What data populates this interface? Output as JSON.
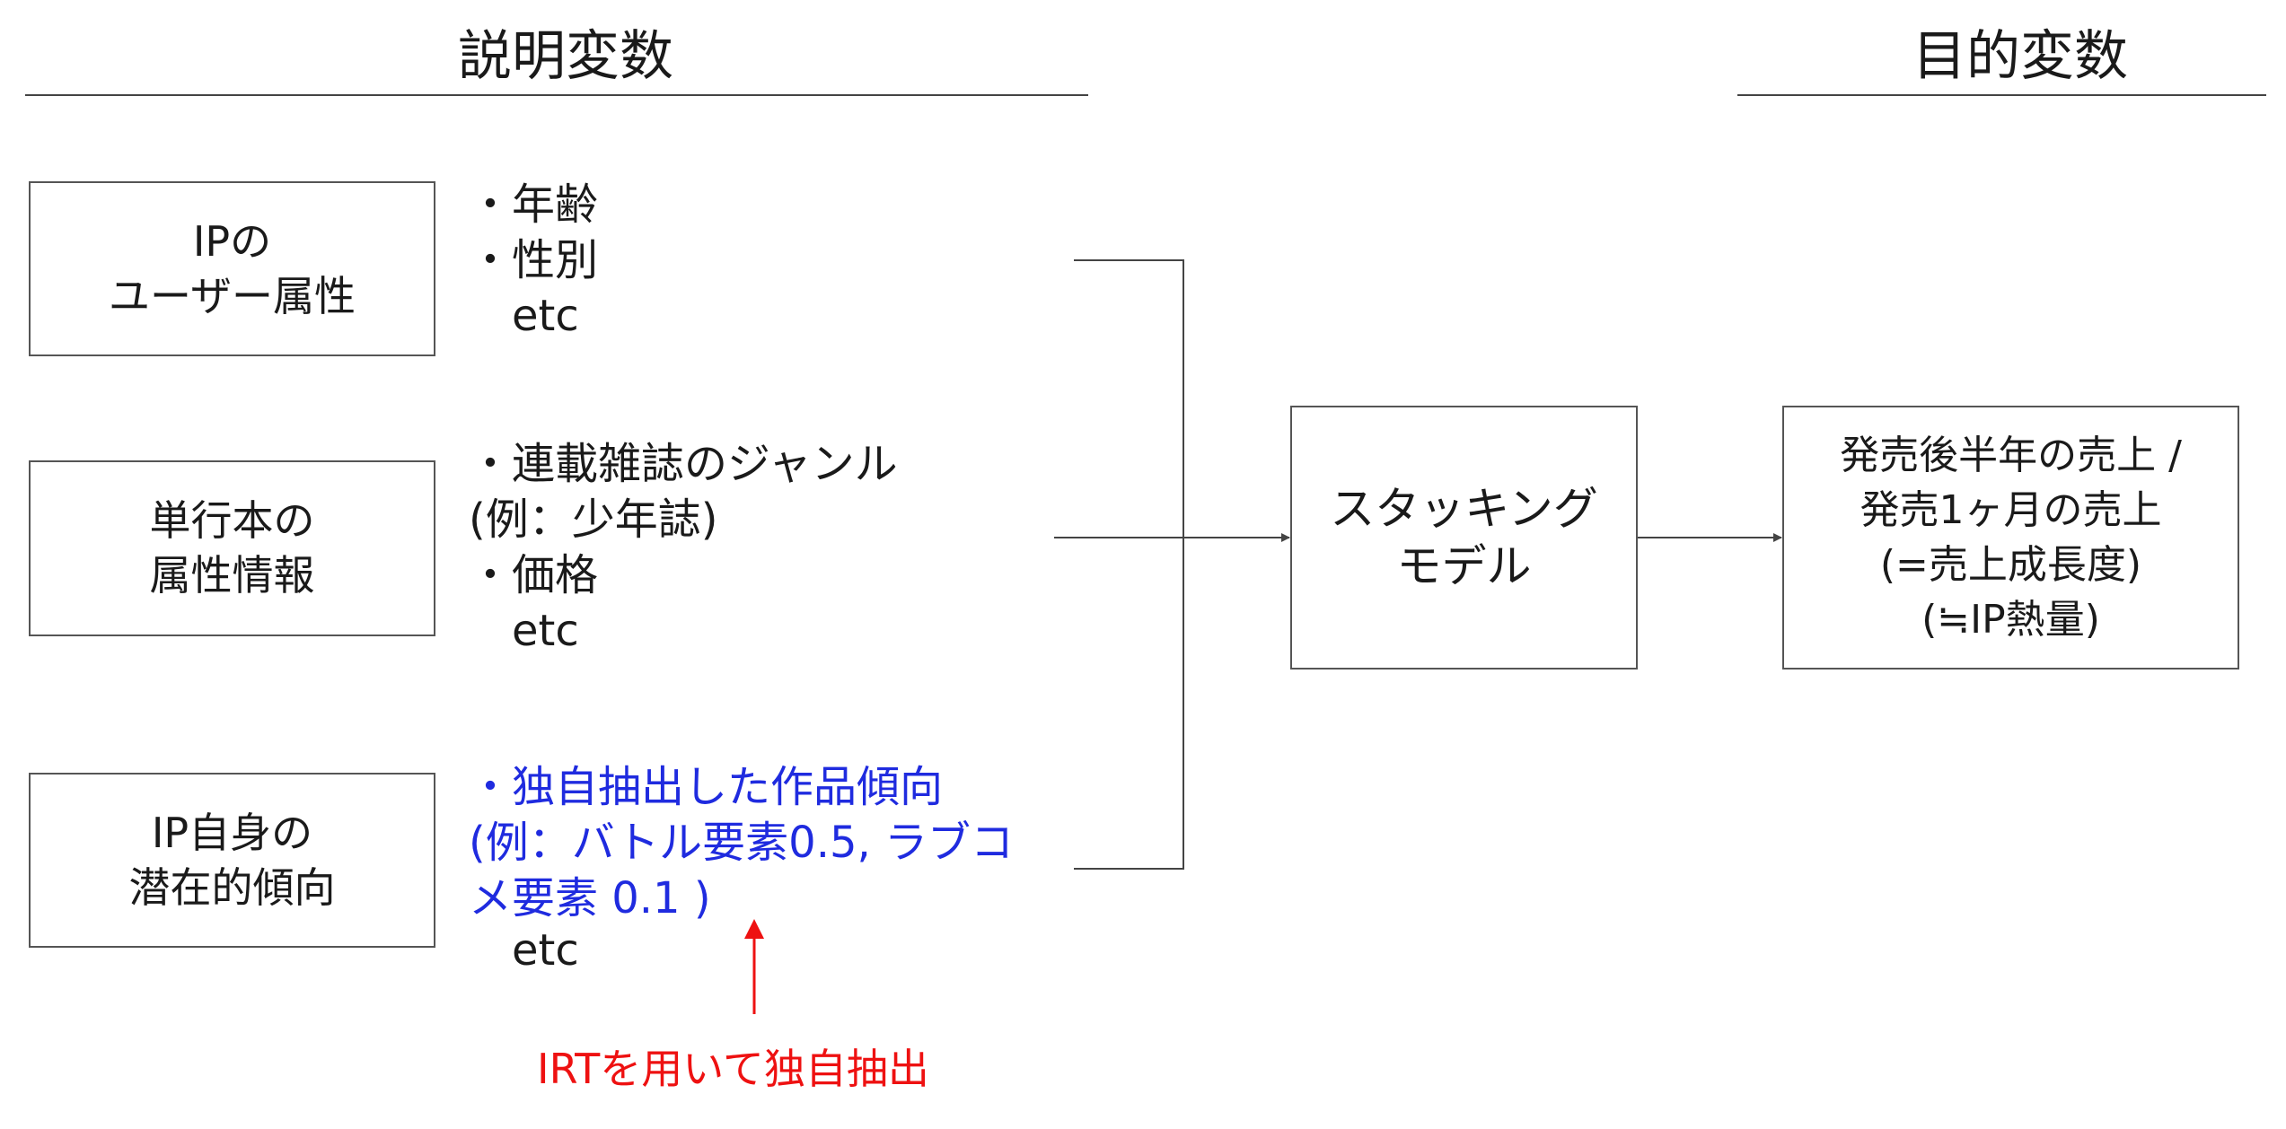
{
  "headers": {
    "explanatory": "説明変数",
    "target": "目的変数"
  },
  "boxes": {
    "user_attr": "IPの\nユーザー属性",
    "book_attr": "単行本の\n属性情報",
    "ip_latent": "IP自身の\n潜在的傾向",
    "model": "スタッキング\nモデル",
    "target": "発売後半年の売上 /\n発売1ヶ月の売上\n(=売上成長度)\n(≒IP熱量)"
  },
  "features": {
    "user": [
      "・年齢",
      "・性別",
      "　etc"
    ],
    "book": [
      "・連載雑誌のジャンル",
      "(例：少年誌)",
      "・価格",
      "　etc"
    ],
    "latent_highlight": [
      "・独自抽出した作品傾向",
      " (例：バトル要素0.5, ラブコ",
      "メ要素 0.1 )"
    ],
    "latent_etc": "　etc"
  },
  "annotation": "IRTを用いて独自抽出",
  "colors": {
    "highlight": "#1f2bdf",
    "annotation": "#ee1111",
    "line": "#444444"
  }
}
